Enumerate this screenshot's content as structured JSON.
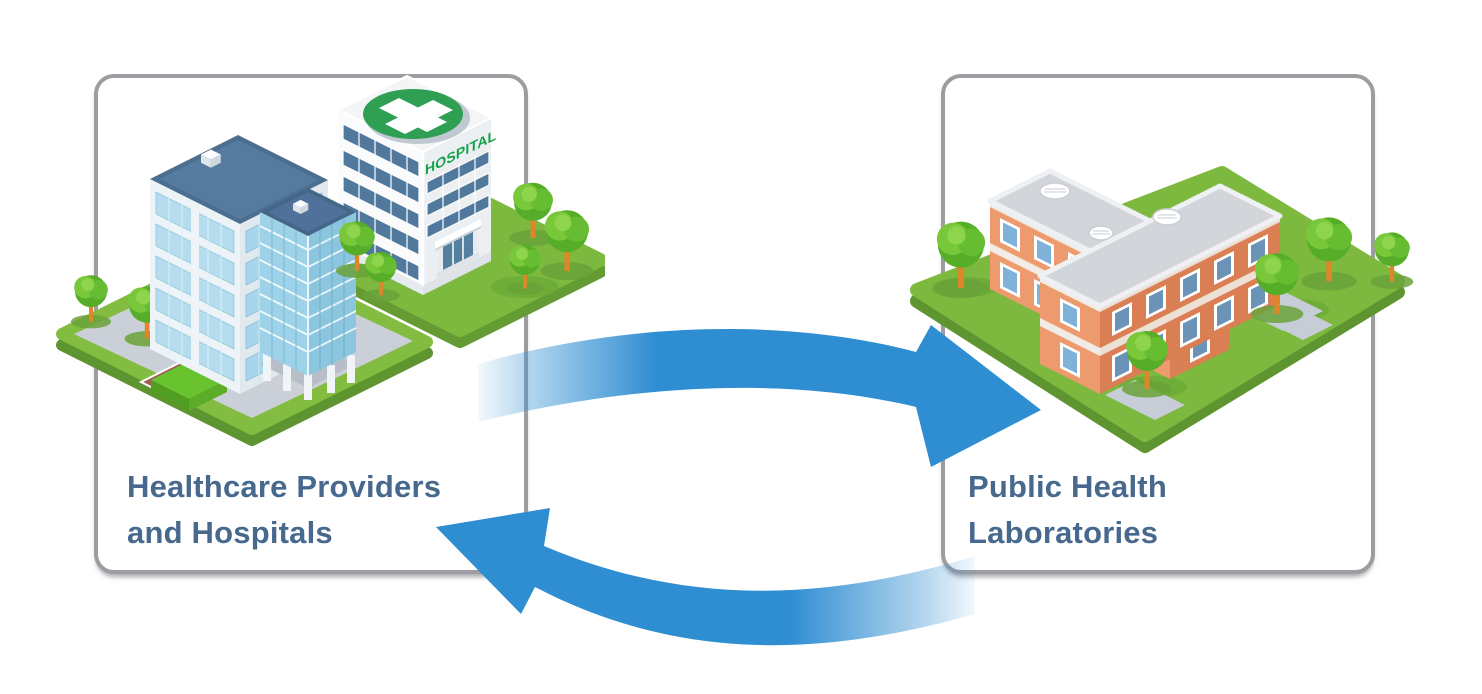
{
  "diagram": {
    "type": "two-node cyclic flow diagram",
    "colors": {
      "background": "#ffffff",
      "arrow": "#2f8ed2",
      "label_text": "#47698e",
      "box_border": "#9d9da1",
      "grass": "#7cb93e",
      "hospital_sign_green": "#16a14c",
      "lab_building_wall": "#ec9a6e"
    },
    "nodes": {
      "left": {
        "label_lines": [
          "Healthcare Providers",
          "and Hospitals"
        ],
        "illustration": "isometric glass office tower and white hospital with green cross roof sign",
        "sign_text": "HOSPITAL"
      },
      "right": {
        "label_lines": [
          "Public Health",
          "Laboratories"
        ],
        "illustration": "isometric cross-shaped orange laboratory building on green lawn with trees"
      }
    },
    "arrows": [
      {
        "id": "providers-to-labs",
        "position": "top",
        "direction": "left-to-right",
        "style": "curved band, tail fades near left box"
      },
      {
        "id": "labs-to-providers",
        "position": "bottom",
        "direction": "right-to-left",
        "style": "curved band, tail fades near right box"
      }
    ]
  }
}
